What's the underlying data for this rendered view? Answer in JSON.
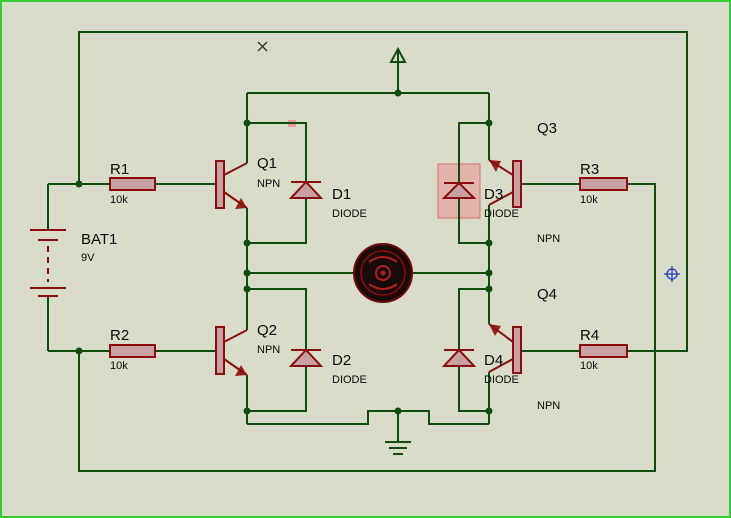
{
  "diagram": {
    "colors": {
      "background": "#d8dcc8",
      "wire": "#0f4d0f",
      "component": "#8a0d0d",
      "component_body": "#c8a2a2",
      "selection": "#e89a9a",
      "frame": "#33cc33"
    },
    "battery": {
      "ref": "BAT1",
      "value": "9V"
    },
    "resistors": [
      {
        "ref": "R1",
        "value": "10k"
      },
      {
        "ref": "R2",
        "value": "10k"
      },
      {
        "ref": "R3",
        "value": "10k"
      },
      {
        "ref": "R4",
        "value": "10k"
      }
    ],
    "transistors": [
      {
        "ref": "Q1",
        "type": "NPN"
      },
      {
        "ref": "Q2",
        "type": "NPN"
      },
      {
        "ref": "Q3",
        "type": "NPN"
      },
      {
        "ref": "Q4",
        "type": "NPN"
      }
    ],
    "diodes": [
      {
        "ref": "D1",
        "type": "DIODE"
      },
      {
        "ref": "D2",
        "type": "DIODE"
      },
      {
        "ref": "D3",
        "type": "DIODE"
      },
      {
        "ref": "D4",
        "type": "DIODE"
      }
    ],
    "icons": [
      "power-terminal-icon",
      "ground-terminal-icon",
      "motor-icon",
      "origin-marker-icon",
      "cross-marker-icon"
    ]
  }
}
